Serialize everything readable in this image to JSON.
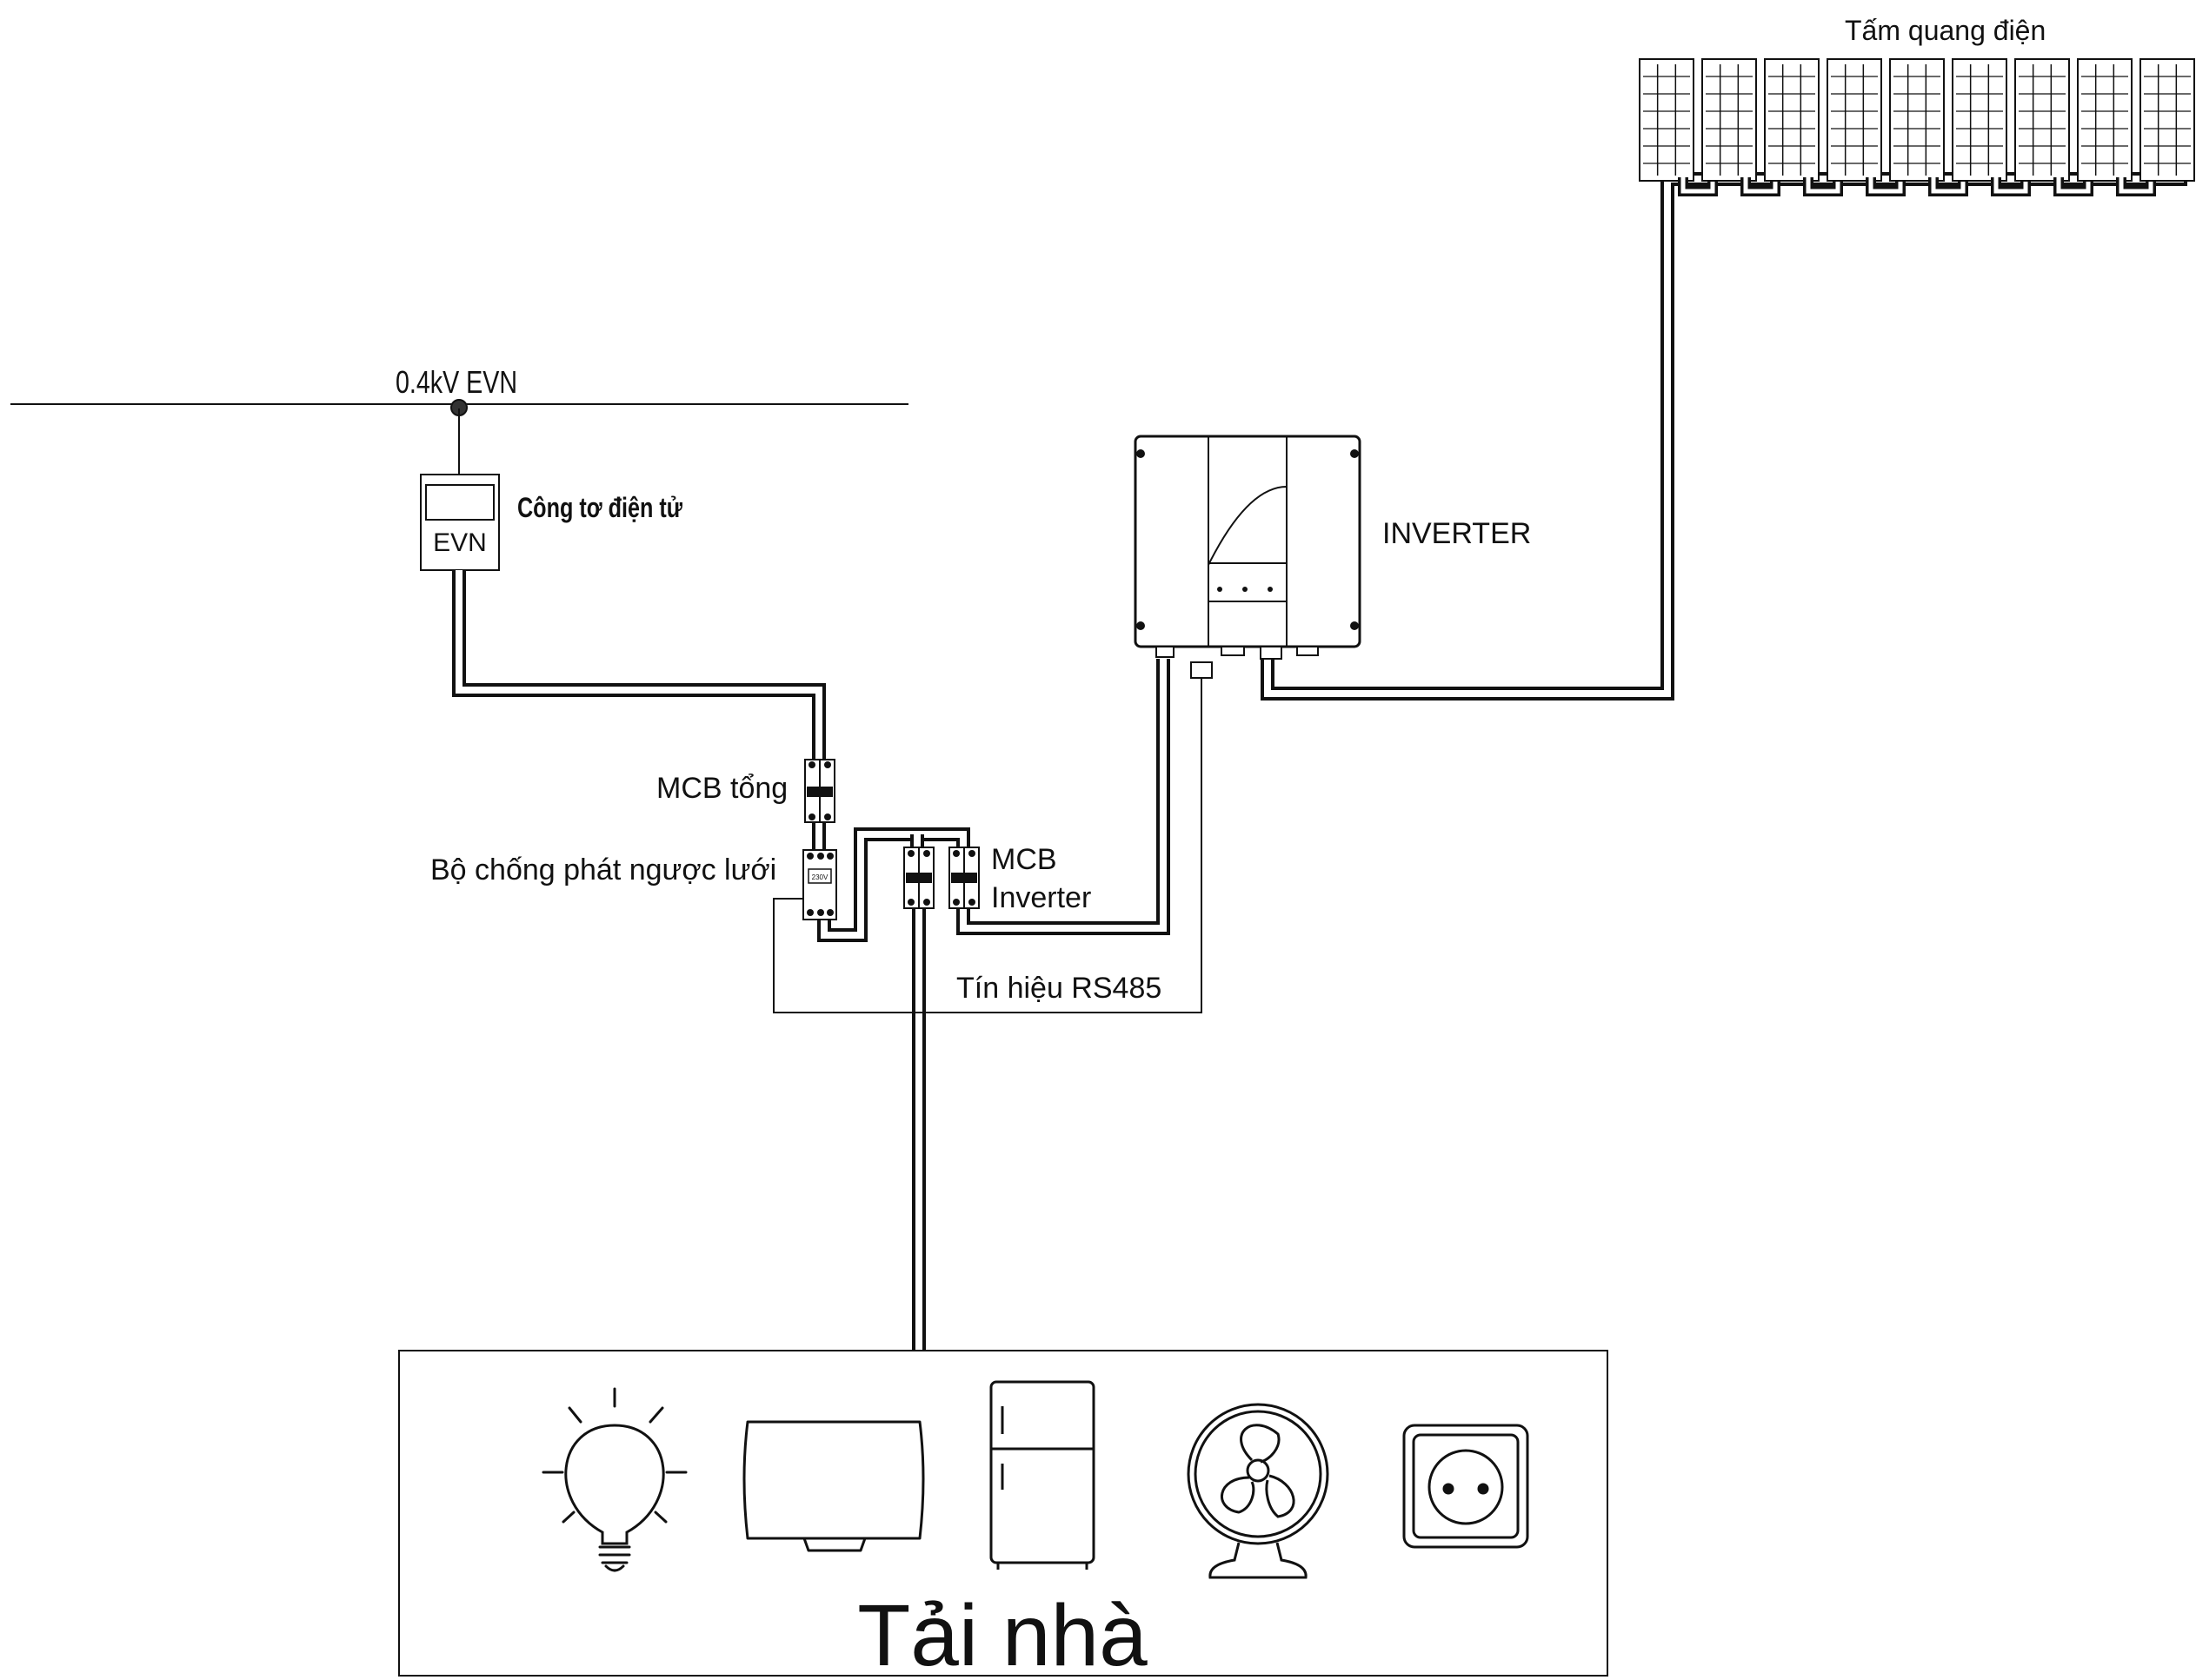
{
  "labels": {
    "grid": "0.4kV EVN",
    "meter_title": "Công tơ điện tử",
    "meter_text": "EVN",
    "panels": "Tấm quang điện",
    "inverter": "INVERTER",
    "mcb_main": "MCB tổng",
    "anti_backfeed": "Bộ chống phát ngược lưới",
    "mcb_inverter_1": "MCB",
    "mcb_inverter_2": "Inverter",
    "rs485": "Tín hiệu RS485",
    "load": "Tải nhà",
    "meter_display": "230V"
  },
  "icons": [
    "light-bulb-icon",
    "tv-icon",
    "fridge-icon",
    "fan-icon",
    "socket-icon"
  ]
}
